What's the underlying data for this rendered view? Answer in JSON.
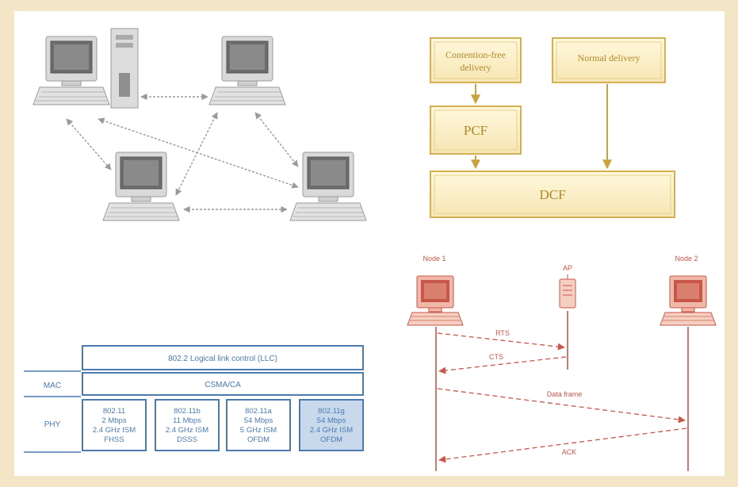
{
  "dcf_diagram": {
    "contention_free": [
      "Contention-free",
      "delivery"
    ],
    "normal_delivery": "Normal delivery",
    "pcf": "PCF",
    "dcf": "DCF"
  },
  "stack_diagram": {
    "llc": "802.2 Logical link control (LLC)",
    "mac_label": "MAC",
    "csma": "CSMA/CA",
    "phy_label": "PHY",
    "phy_boxes": [
      [
        "802.11",
        "2 Mbps",
        "2.4 GHz ISM",
        "FHSS"
      ],
      [
        "802.11b",
        "11 Mbps",
        "2.4 GHz ISM",
        "DSSS"
      ],
      [
        "802.11a",
        "54 Mbps",
        "5 GHz ISM",
        "OFDM"
      ],
      [
        "802.11g",
        "54 Mbps",
        "2.4 GHz ISM",
        "OFDM"
      ]
    ]
  },
  "sequence_diagram": {
    "node1": "Node 1",
    "ap": "AP",
    "node2": "Node 2",
    "rts": "RTS",
    "cts": "CTS",
    "data": "Data frame",
    "ack": "ACK"
  },
  "colors": {
    "background": "#f3e6c6",
    "gold": "#d4b055",
    "blue": "#4a7ab0",
    "red": "#c8564a"
  }
}
